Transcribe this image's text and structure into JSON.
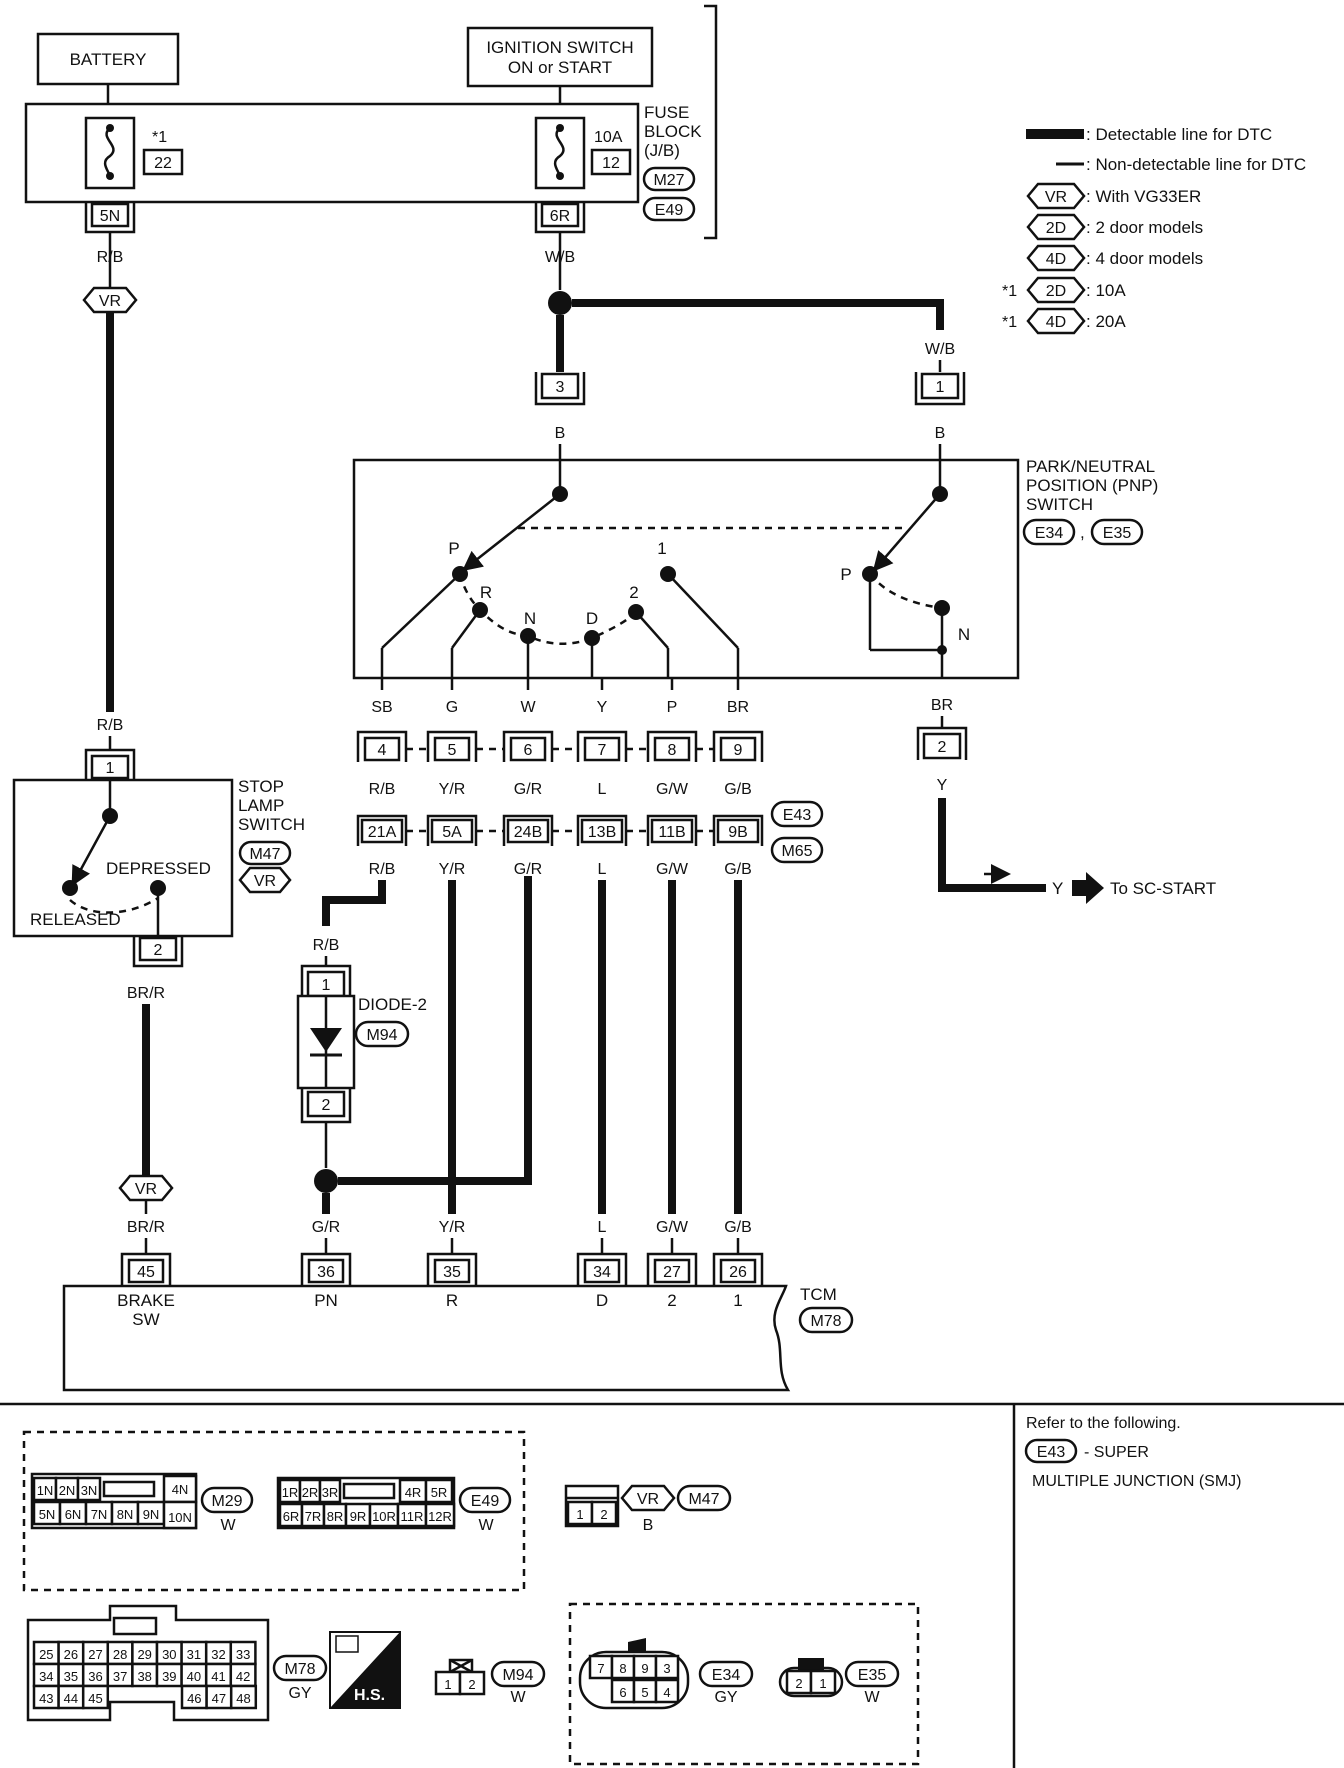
{
  "title": "",
  "top": {
    "battery": "BATTERY",
    "ignition_line1": "IGNITION SWITCH",
    "ignition_line2": "ON or START",
    "fuse_block_line1": "FUSE",
    "fuse_block_line2": "BLOCK",
    "fuse_block_line3": "(J/B)",
    "fuse_block_conn1": "M27",
    "fuse_block_conn2": "E49",
    "fuse1_note": "*1",
    "fuse1_num": "22",
    "fuse2_amp": "10A",
    "fuse2_num": "12",
    "fuse1_term": "5N",
    "fuse2_term": "6R"
  },
  "legend": {
    "detectable": ": Detectable line for DTC",
    "non_detectable": ": Non-detectable line for DTC",
    "vr_tag": "VR",
    "vr_text": ": With VG33ER",
    "d2_tag": "2D",
    "d2_text": ": 2 door models",
    "d4_tag": "4D",
    "d4_text": ": 4 door models",
    "note_mark": "*1",
    "n1_tag": "2D",
    "n1_text": ": 10A",
    "n2_tag": "4D",
    "n2_text": ": 20A"
  },
  "wires": {
    "rb_top": "R/B",
    "vr_top": "VR",
    "wb_top": "W/B",
    "wb_right": "W/B",
    "conn3": "3",
    "conn1_right": "1",
    "b_left": "B",
    "b_right": "B",
    "rb_mid": "R/B",
    "stop_conn1": "1",
    "stop_conn2": "2",
    "brr_top": "BR/R",
    "vr_bottom": "VR",
    "brr_bottom": "BR/R",
    "br_right": "BR",
    "conn2_right": "2",
    "y_right": "Y",
    "y_arrow": "Y",
    "to_sc_start": "To SC-START",
    "rb_diode_top": "R/B",
    "diode_pin1": "1",
    "diode_pin2": "2",
    "diode_label": "DIODE-2",
    "diode_conn": "M94",
    "gr_bottom": "G/R"
  },
  "pnp": {
    "line1": "PARK/NEUTRAL",
    "line2": "POSITION (PNP)",
    "line3": "SWITCH",
    "conn1": "E34",
    "comma": ",",
    "conn2": "E35",
    "pos_p": "P",
    "pos_r": "R",
    "pos_n": "N",
    "pos_d": "D",
    "pos_2": "2",
    "pos_1": "1",
    "right_p": "P",
    "right_n": "N"
  },
  "stop_lamp": {
    "line1": "STOP",
    "line2": "LAMP",
    "line3": "SWITCH",
    "conn": "M47",
    "vr": "VR",
    "depressed": "DEPRESSED",
    "released": "RELEASED"
  },
  "columns": {
    "top_colors": [
      "SB",
      "G",
      "W",
      "Y",
      "P",
      "BR"
    ],
    "pins_a": [
      "4",
      "5",
      "6",
      "7",
      "8",
      "9"
    ],
    "mid_colors": [
      "R/B",
      "Y/R",
      "G/R",
      "L",
      "G/W",
      "G/B"
    ],
    "pins_b": [
      "21A",
      "5A",
      "24B",
      "13B",
      "11B",
      "9B"
    ],
    "low_colors": [
      "R/B",
      "Y/R",
      "G/R",
      "L",
      "G/W",
      "G/B"
    ],
    "smj1": "E43",
    "smj2": "M65"
  },
  "tcm": {
    "label": "TCM",
    "conn": "M78",
    "wire_colors": [
      "BR/R",
      "G/R",
      "Y/R",
      "L",
      "G/W",
      "G/B"
    ],
    "pins": [
      "45",
      "36",
      "35",
      "34",
      "27",
      "26"
    ],
    "names": [
      "BRAKE",
      "PN",
      "R",
      "D",
      "2",
      "1"
    ],
    "name_brake_line2": "SW"
  },
  "refer": {
    "line1": "Refer to the following.",
    "tag": "E43",
    "line2": "- SUPER",
    "line3": "MULTIPLE JUNCTION (SMJ)"
  },
  "connectors": {
    "m29_row1": [
      "1N",
      "2N",
      "3N",
      "",
      "4N"
    ],
    "m29_row2": [
      "5N",
      "6N",
      "7N",
      "8N",
      "9N",
      "10N"
    ],
    "m29_id": "M29",
    "m29_color": "W",
    "e49_row1": [
      "1R",
      "2R",
      "3R",
      "",
      "4R",
      "5R"
    ],
    "e49_row2": [
      "6R",
      "7R",
      "8R",
      "9R",
      "10R",
      "11R",
      "12R"
    ],
    "e49_id": "E49",
    "e49_color": "W",
    "m47_pins": [
      "1",
      "2"
    ],
    "m47_vr": "VR",
    "m47_id": "M47",
    "m47_color": "B",
    "m78_row1": [
      "25",
      "26",
      "27",
      "28",
      "29",
      "30",
      "31",
      "32",
      "33"
    ],
    "m78_row2": [
      "34",
      "35",
      "36",
      "37",
      "38",
      "39",
      "40",
      "41",
      "42"
    ],
    "m78_row3": [
      "43",
      "44",
      "45",
      "",
      "",
      "46",
      "47",
      "48"
    ],
    "m78_id": "M78",
    "m78_color": "GY",
    "hs_label": "H.S.",
    "m94_pins": [
      "1",
      "2"
    ],
    "m94_id": "M94",
    "m94_color": "W",
    "e34_row1": [
      "7",
      "8",
      "9",
      "3"
    ],
    "e34_row2": [
      "6",
      "5",
      "4"
    ],
    "e34_id": "E34",
    "e34_color": "GY",
    "e35_pins": [
      "2",
      "1"
    ],
    "e35_id": "E35",
    "e35_color": "W"
  }
}
